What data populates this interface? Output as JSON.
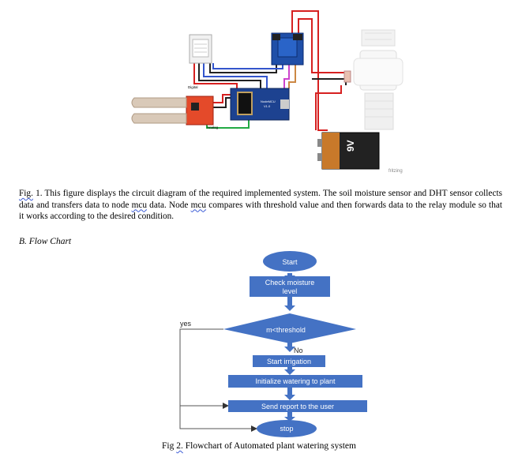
{
  "circuit": {
    "battery_label": "9V",
    "watermark": "fritzing",
    "nodemcu_label": "NodeMCU V1.0",
    "sensor_labels": [
      "Digital",
      "Analog"
    ]
  },
  "caption1": {
    "fig": "Fig.",
    "text1": " 1. This figure displays the circuit diagram of the required implemented system. The soil moisture sensor and DHT sensor collects data and transfers data to node ",
    "mcu1": "mcu",
    "text2": " data. Node ",
    "mcu2": "mcu",
    "text3": " compares with threshold value and then forwards data to the relay module so that it works according to the desired condition."
  },
  "section_heading": "B.   Flow Chart",
  "flowchart": {
    "start": "Start",
    "check_line1": "Check moisture",
    "check_line2": "level",
    "decision": "m<threshold",
    "yes_label": "yes",
    "no_label": "No",
    "start_irrigation": "Start irrigation",
    "initialize": "Initialize watering to plant",
    "send_report": "Send report to the user",
    "stop": "stop"
  },
  "caption2": {
    "fig": "Fig",
    "num": "2.",
    "text": " Flowchart of Automated plant watering system"
  },
  "colors": {
    "flow_blue": "#4472c4",
    "relay_blue": "#1f4fa8",
    "wire_red": "#d62020"
  }
}
